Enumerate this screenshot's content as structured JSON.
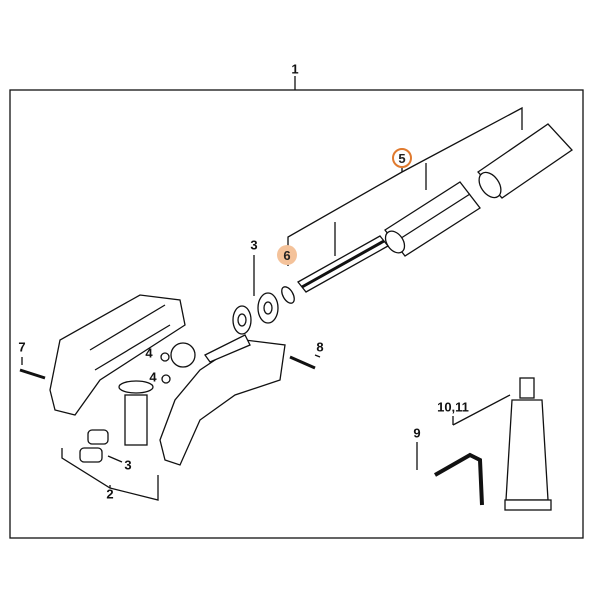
{
  "labels": {
    "assembly": "1",
    "drive_tube": "5",
    "ring": "6",
    "bearing_top": "3",
    "screw_left": "7",
    "gear_top": "4",
    "gear_bottom": "4",
    "screw_right": "8",
    "bearing_bottom": "3",
    "gear_housing": "2",
    "grease_tube": "10,11",
    "hex_key": "9"
  },
  "colors": {
    "selected": "#e07a2e",
    "highlight": "#f4c29a"
  }
}
